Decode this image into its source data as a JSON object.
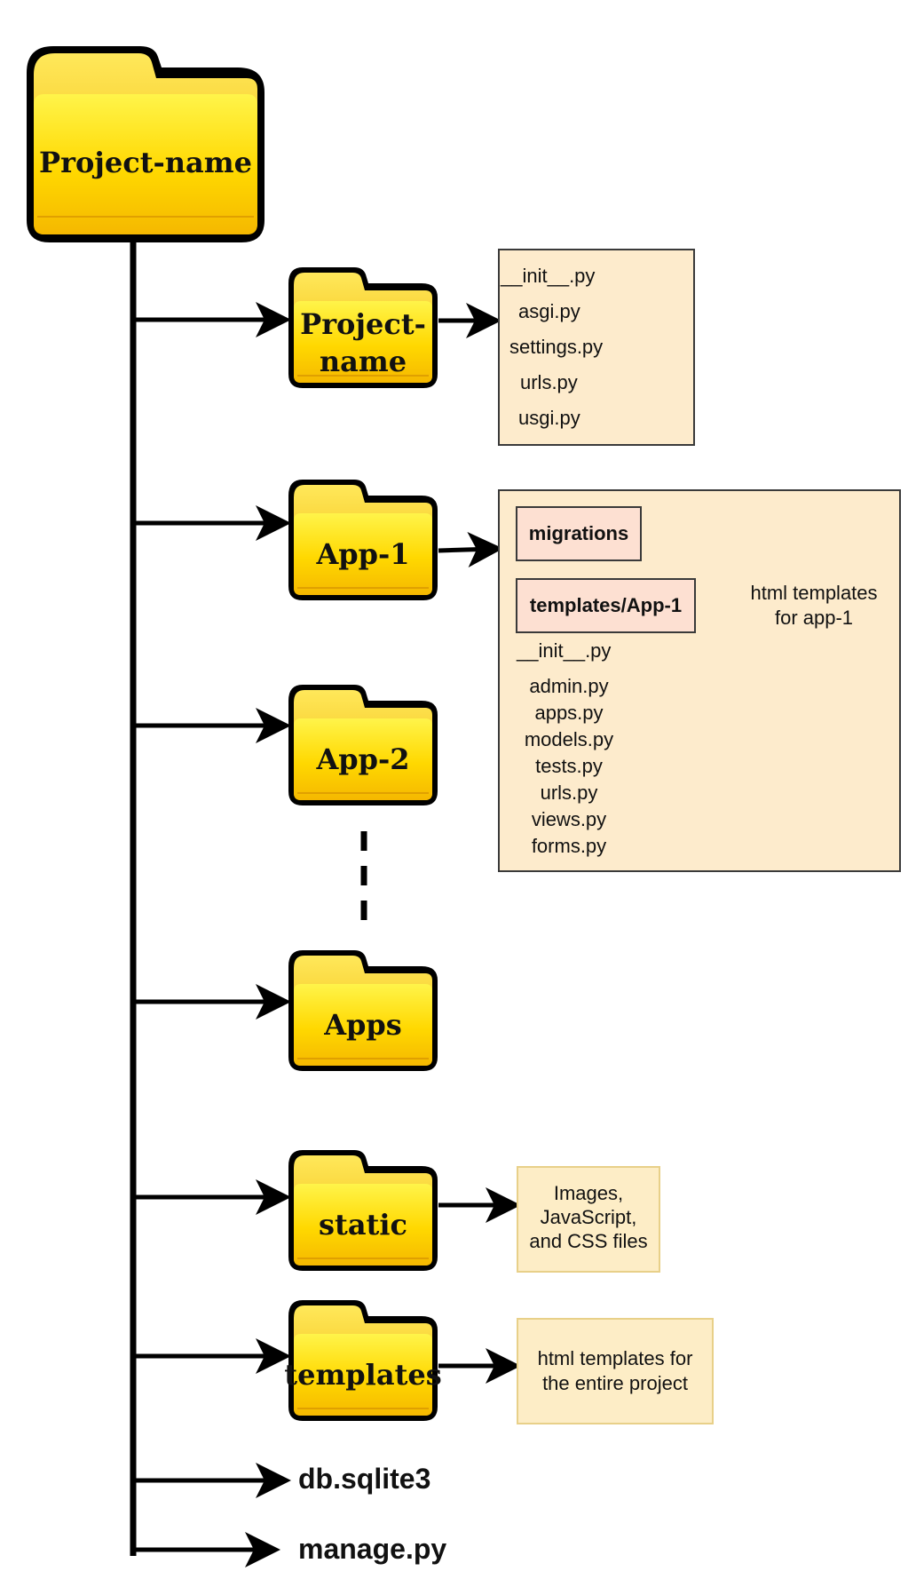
{
  "root": {
    "label": "Project-name"
  },
  "folders": {
    "project": "Project-\nname",
    "app1": "App-1",
    "app2": "App-2",
    "apps": "Apps",
    "static": "static",
    "templates": "templates"
  },
  "project_files": [
    "__init__.py",
    "asgi.py",
    "settings.py",
    "urls.py",
    "usgi.py"
  ],
  "app1_box": {
    "migrations": "migrations",
    "templates_sub": "templates/App-1",
    "templates_note": "html templates\nfor app-1",
    "init": "__init__.py",
    "files": [
      "admin.py",
      "apps.py",
      "models.py",
      "tests.py",
      "urls.py",
      "views.py",
      "forms.py"
    ]
  },
  "static_note": "Images,\nJavaScript,\nand CSS files",
  "templates_note": "html templates for\nthe entire project",
  "root_files": {
    "db": "db.sqlite3",
    "manage": "manage.py"
  },
  "colors": {
    "folder_fill": "#ffe600",
    "folder_dark": "#f2bd00",
    "box_fill": "#fdebcc",
    "subfolder_fill": "#fde0d2"
  }
}
